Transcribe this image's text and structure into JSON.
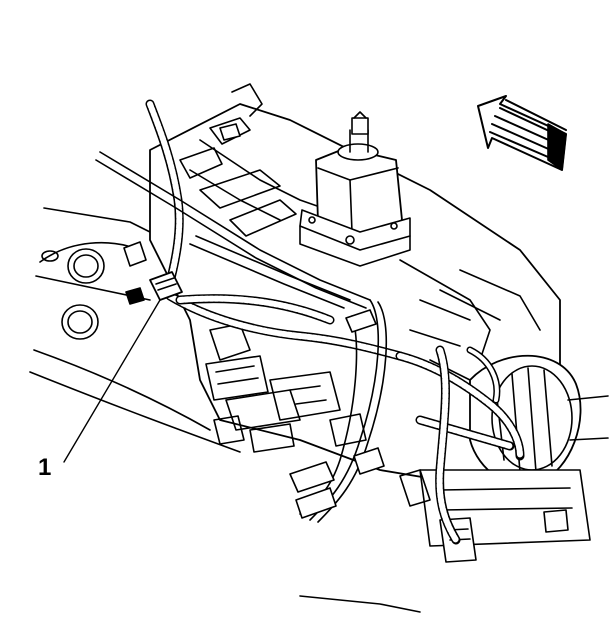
{
  "diagram": {
    "callouts": [
      {
        "id": "1",
        "label": "1"
      }
    ],
    "direction_arrow": "front-direction-arrow",
    "style": "black line-art technical illustration on white background",
    "colors": {
      "line": "#000000",
      "background": "#ffffff"
    }
  }
}
